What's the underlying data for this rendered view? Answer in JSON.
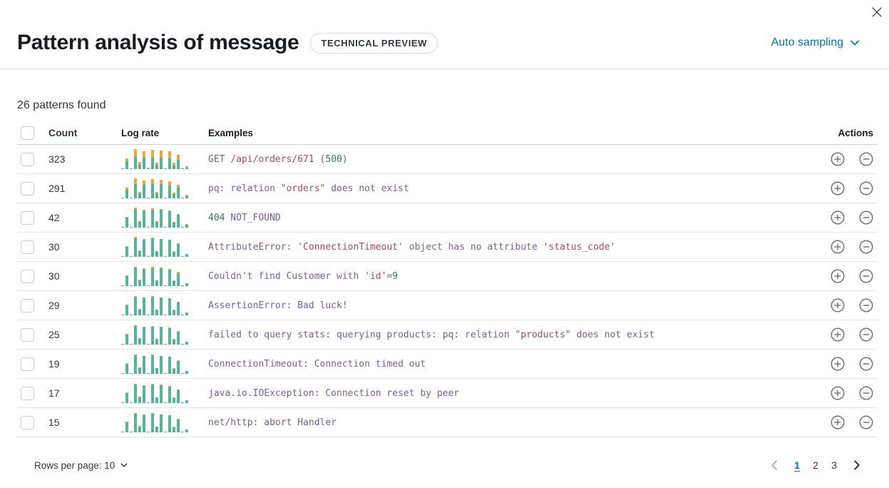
{
  "header": {
    "title": "Pattern analysis of message",
    "badge": "TECHNICAL PREVIEW",
    "sampling_label": "Auto sampling"
  },
  "summary": "26 patterns found",
  "colors": {
    "token_purple": "#7A5FA0",
    "token_rose": "#AA4B5E",
    "token_green": "#35795F",
    "bar_green": "#54B399",
    "bar_orange": "#FBA13C",
    "link_blue": "#0071C2"
  },
  "table": {
    "columns": {
      "count": "Count",
      "log_rate": "Log rate",
      "examples": "Examples",
      "actions": "Actions"
    },
    "rows": [
      {
        "count": "323",
        "example": [
          {
            "t": "GET ",
            "c": "p"
          },
          {
            "t": "/api/orders/671",
            "c": "r"
          },
          {
            "t": " (",
            "c": "p"
          },
          {
            "t": "500",
            "c": "g"
          },
          {
            "t": ")",
            "c": "p"
          }
        ],
        "bars": [
          [
            2,
            0
          ],
          [
            38,
            16
          ],
          [
            2,
            0
          ],
          [
            60,
            40
          ],
          [
            22,
            14
          ],
          [
            56,
            34
          ],
          [
            4,
            2
          ],
          [
            58,
            40
          ],
          [
            20,
            14
          ],
          [
            58,
            36
          ],
          [
            2,
            0
          ],
          [
            54,
            36
          ],
          [
            18,
            14
          ],
          [
            46,
            24
          ],
          [
            2,
            0
          ],
          [
            8,
            8
          ]
        ]
      },
      {
        "count": "291",
        "example": [
          {
            "t": "pq: relation ",
            "c": "p"
          },
          {
            "t": "\"orders\"",
            "c": "r"
          },
          {
            "t": " does not exist",
            "c": "p"
          }
        ],
        "bars": [
          [
            2,
            0
          ],
          [
            44,
            10
          ],
          [
            2,
            0
          ],
          [
            72,
            28
          ],
          [
            26,
            8
          ],
          [
            68,
            20
          ],
          [
            4,
            1
          ],
          [
            72,
            24
          ],
          [
            24,
            7
          ],
          [
            70,
            22
          ],
          [
            2,
            0
          ],
          [
            66,
            20
          ],
          [
            22,
            8
          ],
          [
            54,
            14
          ],
          [
            2,
            0
          ],
          [
            12,
            5
          ]
        ]
      },
      {
        "count": "42",
        "example": [
          {
            "t": "404",
            "c": "g"
          },
          {
            "t": " NOT_FOUND",
            "c": "p"
          }
        ],
        "bars": [
          [
            2,
            0
          ],
          [
            50,
            4
          ],
          [
            2,
            0
          ],
          [
            92,
            8
          ],
          [
            30,
            3
          ],
          [
            84,
            4
          ],
          [
            4,
            1
          ],
          [
            90,
            5
          ],
          [
            28,
            3
          ],
          [
            88,
            4
          ],
          [
            2,
            0
          ],
          [
            82,
            4
          ],
          [
            26,
            3
          ],
          [
            64,
            4
          ],
          [
            2,
            0
          ],
          [
            14,
            3
          ]
        ]
      },
      {
        "count": "30",
        "example": [
          {
            "t": "AttributeError: ",
            "c": "p"
          },
          {
            "t": "'ConnectionTimeout'",
            "c": "r"
          },
          {
            "t": " object has no attribute ",
            "c": "p"
          },
          {
            "t": "'status_code'",
            "c": "r"
          }
        ],
        "bars": [
          [
            2,
            0
          ],
          [
            50,
            3
          ],
          [
            2,
            0
          ],
          [
            94,
            5
          ],
          [
            30,
            2
          ],
          [
            86,
            3
          ],
          [
            4,
            1
          ],
          [
            92,
            4
          ],
          [
            28,
            2
          ],
          [
            88,
            3
          ],
          [
            2,
            0
          ],
          [
            84,
            3
          ],
          [
            26,
            2
          ],
          [
            66,
            3
          ],
          [
            2,
            0
          ],
          [
            14,
            2
          ]
        ]
      },
      {
        "count": "30",
        "example": [
          {
            "t": "Couldn't find Customer with ",
            "c": "p"
          },
          {
            "t": "'id'",
            "c": "r"
          },
          {
            "t": "=",
            "c": "p"
          },
          {
            "t": "9",
            "c": "g"
          }
        ],
        "bars": [
          [
            2,
            0
          ],
          [
            50,
            5
          ],
          [
            2,
            0
          ],
          [
            92,
            6
          ],
          [
            30,
            2
          ],
          [
            86,
            4
          ],
          [
            4,
            1
          ],
          [
            90,
            5
          ],
          [
            28,
            2
          ],
          [
            88,
            4
          ],
          [
            2,
            0
          ],
          [
            82,
            4
          ],
          [
            26,
            2
          ],
          [
            66,
            4
          ],
          [
            2,
            0
          ],
          [
            14,
            2
          ]
        ]
      },
      {
        "count": "29",
        "example": [
          {
            "t": "AssertionError: Bad luck!",
            "c": "p"
          }
        ],
        "bars": [
          [
            2,
            0
          ],
          [
            50,
            2
          ],
          [
            2,
            0
          ],
          [
            94,
            3
          ],
          [
            30,
            2
          ],
          [
            88,
            2
          ],
          [
            4,
            0
          ],
          [
            92,
            3
          ],
          [
            28,
            2
          ],
          [
            88,
            2
          ],
          [
            2,
            0
          ],
          [
            84,
            2
          ],
          [
            26,
            2
          ],
          [
            66,
            2
          ],
          [
            2,
            0
          ],
          [
            14,
            2
          ]
        ]
      },
      {
        "count": "25",
        "example": [
          {
            "t": "failed to query stats: querying products: pq: relation ",
            "c": "p"
          },
          {
            "t": "\"products\"",
            "c": "r"
          },
          {
            "t": " does not exist",
            "c": "p"
          }
        ],
        "bars": [
          [
            2,
            0
          ],
          [
            50,
            3
          ],
          [
            2,
            0
          ],
          [
            92,
            4
          ],
          [
            30,
            2
          ],
          [
            86,
            3
          ],
          [
            4,
            1
          ],
          [
            90,
            4
          ],
          [
            28,
            2
          ],
          [
            88,
            3
          ],
          [
            2,
            0
          ],
          [
            82,
            3
          ],
          [
            26,
            2
          ],
          [
            66,
            3
          ],
          [
            2,
            0
          ],
          [
            14,
            2
          ]
        ]
      },
      {
        "count": "19",
        "example": [
          {
            "t": "ConnectionTimeout: Connection timed out",
            "c": "p"
          }
        ],
        "bars": [
          [
            2,
            0
          ],
          [
            50,
            2
          ],
          [
            2,
            0
          ],
          [
            94,
            3
          ],
          [
            30,
            2
          ],
          [
            88,
            3
          ],
          [
            4,
            0
          ],
          [
            92,
            3
          ],
          [
            28,
            2
          ],
          [
            88,
            3
          ],
          [
            2,
            0
          ],
          [
            84,
            2
          ],
          [
            26,
            2
          ],
          [
            66,
            2
          ],
          [
            2,
            0
          ],
          [
            14,
            2
          ]
        ]
      },
      {
        "count": "17",
        "example": [
          {
            "t": "java.io.IOException: Connection reset by peer",
            "c": "p"
          }
        ],
        "bars": [
          [
            2,
            0
          ],
          [
            50,
            4
          ],
          [
            2,
            0
          ],
          [
            92,
            5
          ],
          [
            30,
            2
          ],
          [
            86,
            3
          ],
          [
            4,
            1
          ],
          [
            92,
            4
          ],
          [
            28,
            2
          ],
          [
            88,
            4
          ],
          [
            2,
            0
          ],
          [
            82,
            3
          ],
          [
            26,
            2
          ],
          [
            66,
            3
          ],
          [
            2,
            0
          ],
          [
            14,
            2
          ]
        ]
      },
      {
        "count": "15",
        "example": [
          {
            "t": "net/http: abort Handler",
            "c": "p"
          }
        ],
        "bars": [
          [
            2,
            0
          ],
          [
            50,
            3
          ],
          [
            2,
            0
          ],
          [
            94,
            4
          ],
          [
            30,
            2
          ],
          [
            86,
            3
          ],
          [
            4,
            0
          ],
          [
            92,
            3
          ],
          [
            28,
            2
          ],
          [
            88,
            3
          ],
          [
            2,
            0
          ],
          [
            84,
            3
          ],
          [
            26,
            2
          ],
          [
            66,
            3
          ],
          [
            2,
            0
          ],
          [
            14,
            2
          ]
        ]
      }
    ]
  },
  "footer": {
    "rows_per_page_label": "Rows per page: 10",
    "pages": [
      "1",
      "2",
      "3"
    ],
    "active_page": "1"
  }
}
